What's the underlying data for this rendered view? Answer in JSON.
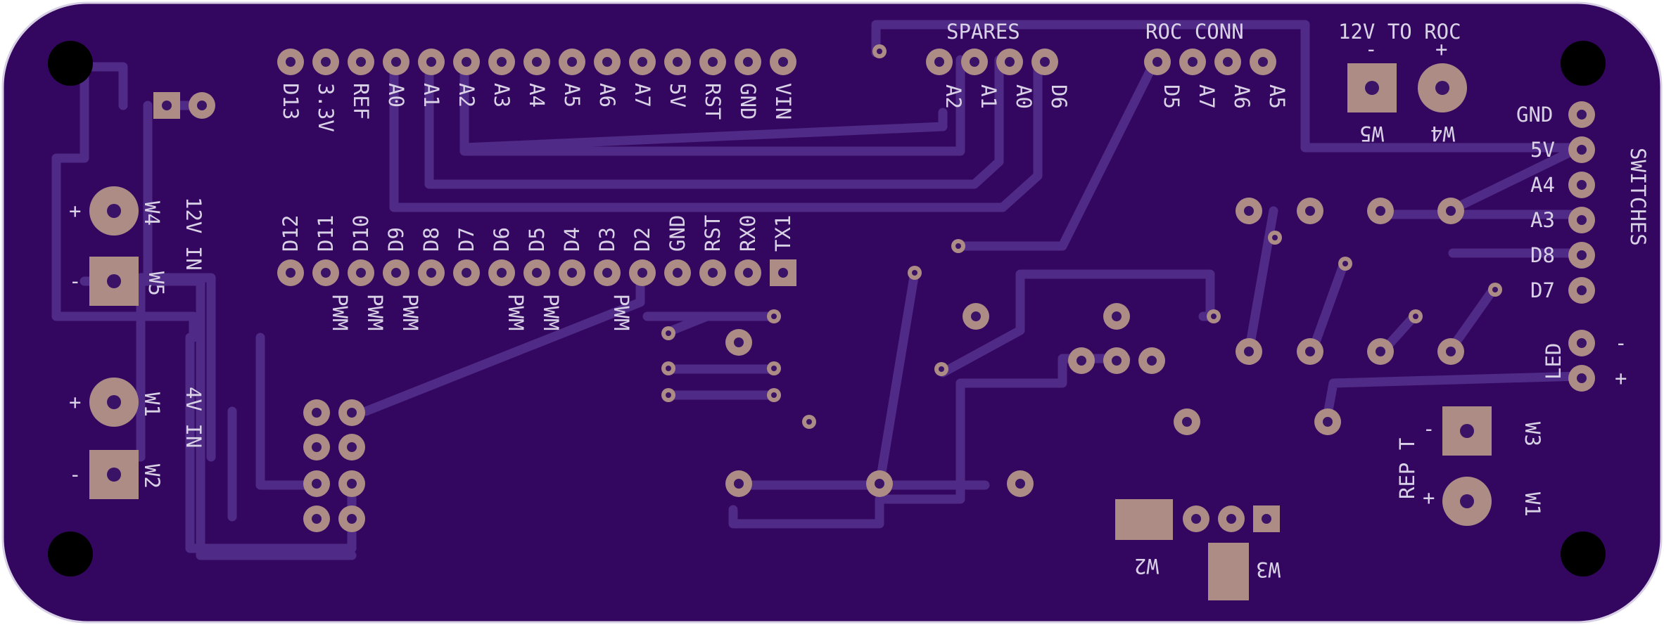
{
  "colors": {
    "board": "#33075f",
    "outline": "#d8d0e5",
    "trace": "#4f2a86",
    "pad": "#ad8c86",
    "silkscreen": "#d9d2e6",
    "mounting_hole": "#000000"
  },
  "header_top": {
    "pin_labels": [
      "D13",
      "3.3V",
      "REF",
      "A0",
      "A1",
      "A2",
      "A3",
      "A4",
      "A5",
      "A6",
      "A7",
      "5V",
      "RST",
      "GND",
      "VIN"
    ]
  },
  "header_bottom": {
    "pin_labels": [
      "D12",
      "D11",
      "D10",
      "D9",
      "D8",
      "D7",
      "D6",
      "D5",
      "D4",
      "D3",
      "D2",
      "GND",
      "RST",
      "RX0",
      "TX1"
    ],
    "pwm_label": "PWM"
  },
  "spares": {
    "title": "SPARES",
    "pins": [
      "A2",
      "A1",
      "A0",
      "D6"
    ]
  },
  "roc_conn": {
    "title": "ROC CONN",
    "pins": [
      "D5",
      "A7",
      "A6",
      "A5"
    ]
  },
  "roc_power": {
    "title": "12V TO ROC",
    "minus": "-",
    "plus": "+",
    "left_label": "W5",
    "right_label": "W4"
  },
  "switches": {
    "title": "SWITCHES",
    "pins": [
      "GND",
      "5V",
      "A4",
      "A3",
      "D8",
      "D7"
    ]
  },
  "led": {
    "title": "LED",
    "minus": "-",
    "plus": "+"
  },
  "input_12v": {
    "title": "12V IN",
    "plus": "+",
    "minus": "-",
    "plus_label": "W4",
    "minus_label": "W5"
  },
  "input_4v": {
    "title": "4V IN",
    "plus": "+",
    "minus": "-",
    "plus_label": "W1",
    "minus_label": "W2"
  },
  "rep_t": {
    "title": "REP T",
    "minus": "-",
    "plus": "+",
    "minus_label": "W3",
    "plus_label": "W1"
  },
  "bottom_pads": {
    "left_label": "W2",
    "right_label": "W3"
  }
}
